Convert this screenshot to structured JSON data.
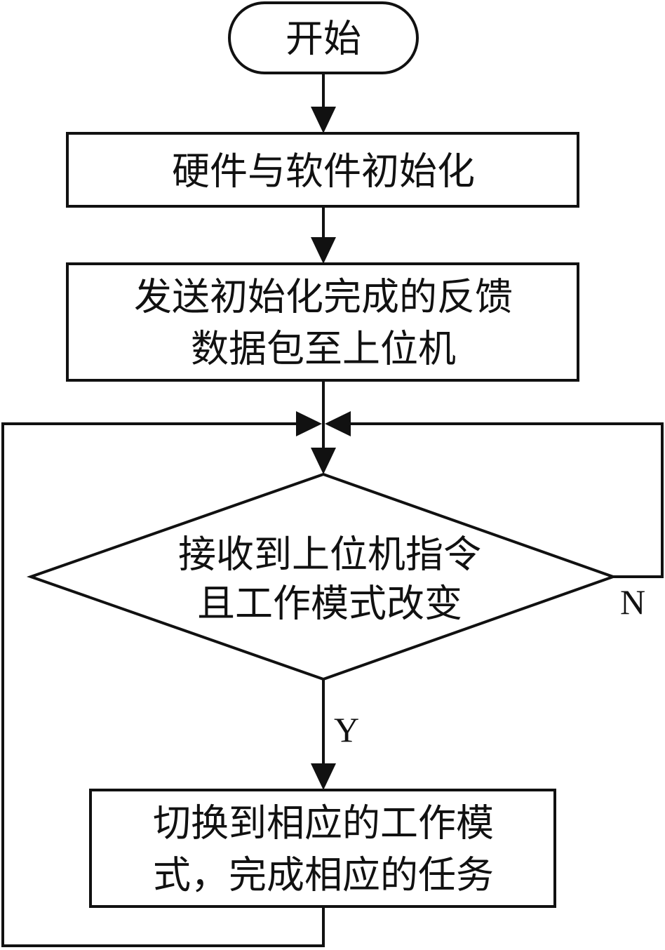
{
  "nodes": {
    "start": {
      "text": "开始"
    },
    "init": {
      "text": "硬件与软件初始化"
    },
    "feedback": {
      "lines": [
        "发送初始化完成的反馈",
        "数据包至上位机"
      ]
    },
    "decision": {
      "lines": [
        "接收到上位机指令",
        "且工作模式改变"
      ]
    },
    "switch": {
      "lines": [
        "切换到相应的工作模",
        "式，完成相应的任务"
      ]
    }
  },
  "labels": {
    "no": "N",
    "yes": "Y"
  }
}
